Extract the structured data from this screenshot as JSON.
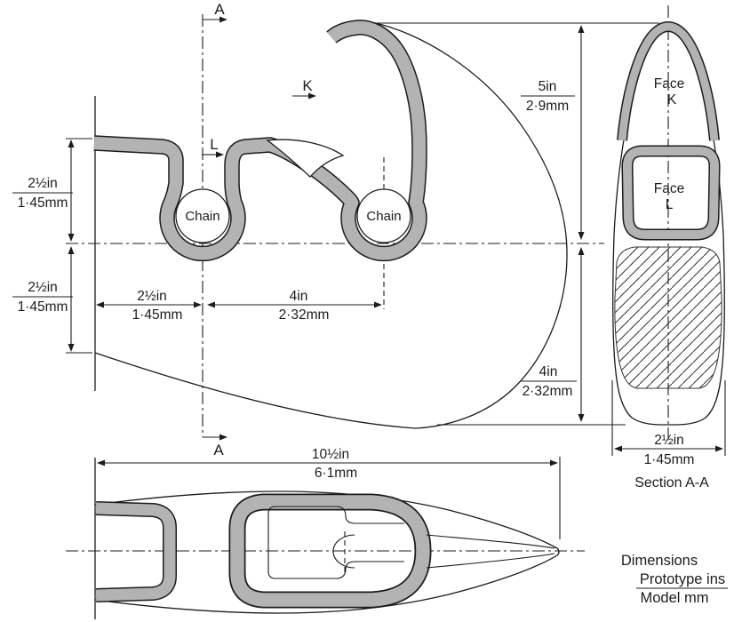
{
  "drawing": {
    "type": "engineering-drawing",
    "views": {
      "profile": {
        "section_arrow_top": "A",
        "section_arrow_bottom": "A",
        "face_k_arrow": "K",
        "face_l_arrow": "L",
        "chain_left": "Chain",
        "chain_right": "Chain"
      },
      "section": {
        "face_k": {
          "line1": "Face",
          "line2": "K"
        },
        "face_l": {
          "line1": "Face",
          "line2": "L"
        },
        "caption": "Section A-A"
      }
    },
    "dimensions": {
      "left_upper": {
        "ins": "2½in",
        "mm": "1·45mm"
      },
      "left_lower": {
        "ins": "2½in",
        "mm": "1·45mm"
      },
      "bottom_left": {
        "ins": "2½in",
        "mm": "1·45mm"
      },
      "bottom_mid": {
        "ins": "4in",
        "mm": "2·32mm"
      },
      "height_upper": {
        "ins": "5in",
        "mm": "2·9mm"
      },
      "height_lower": {
        "ins": "4in",
        "mm": "2·32mm"
      },
      "overall_length": {
        "ins": "10½in",
        "mm": "6·1mm"
      },
      "section_width": {
        "ins": "2½in",
        "mm": "1·45mm"
      }
    },
    "legend": {
      "heading": "Dimensions",
      "numerator": "Prototype ins",
      "denominator": "Model mm"
    },
    "colors": {
      "band": "#b3b3b3",
      "line": "#1c1c1c",
      "bg": "#ffffff"
    }
  }
}
